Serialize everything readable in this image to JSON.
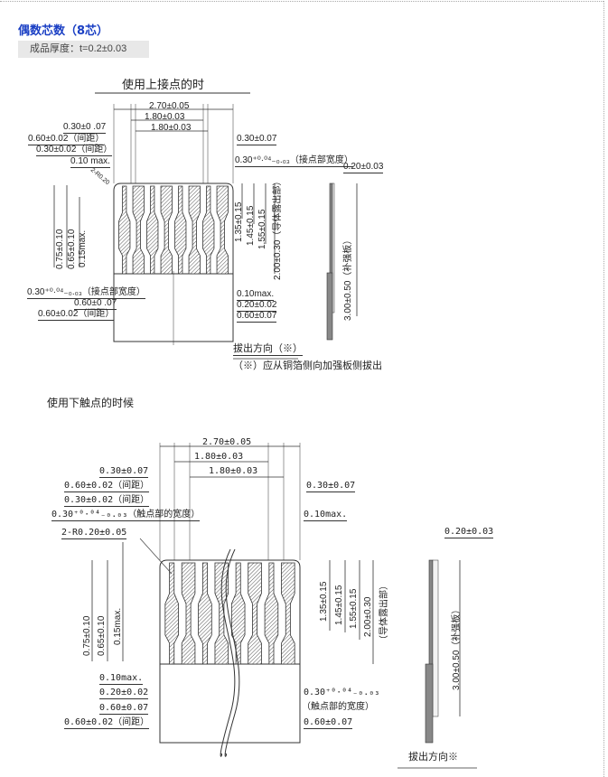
{
  "section_title": "偶数芯数（8芯）",
  "thickness": "成品厚度：t=0.2±0.03",
  "top_contact": {
    "title": "使用上接点的时",
    "dims_top": {
      "overall": "2.70±0.05",
      "span1": "1.80±0.03",
      "span2": "1.80±0.03",
      "edge_left": "0.30±0 .07",
      "pitch": "0.60±0.02（间距）",
      "gap": "0.30±0.02（间距）",
      "offset": "0.10 max.",
      "edge_right": "0.30±0.07",
      "contact_width": "0.30⁺⁰·⁰⁴₋₀.₀₃（接点部宽度）",
      "corner": "2-R0.20"
    },
    "dims_left": [
      "0.75±0.10",
      "0.65±0.10",
      "0.15max."
    ],
    "dims_right": [
      "1.35±0.15",
      "1.45±0.15",
      "1.55±0.15",
      "2.00±0.30（导体露出部）"
    ],
    "dims_bottom_left": [
      "0.30⁺⁰·⁰⁴₋₀.₀₃（接点部宽度）",
      "0.60±0 .07",
      "0.60±0.02（间距）"
    ],
    "dims_bottom_right": [
      "0.10max.",
      "0.20±0.02",
      "0.60±0.07"
    ],
    "side_thickness": "0.20±0.03",
    "side_stiffener": "3.00±0.50（补强板）",
    "pull_direction": "拔出方向（※）",
    "note": "（※）应从铜箔侧向加强板侧拔出"
  },
  "bottom_contact": {
    "title": "使用下触点的时候",
    "dims_top": {
      "overall": "2.70±0.05",
      "span1": "1.80±0.03",
      "span2": "1.80±0.03",
      "edge_left": "0.30±0.07",
      "pitch": "0.60±0.02（间距）",
      "gap": "0.30±0.02（间距）",
      "contact_width": "0.30⁺⁰·⁰⁴₋₀.₀₃（触点部的宽度）",
      "edge_right": "0.30±0.07",
      "offset": "0.10max.",
      "corner": "2-R0.20±0.05"
    },
    "dims_left": [
      "0.75±0.10",
      "0.65±0.10",
      "0.15max."
    ],
    "dims_right": [
      "1.35±0.15",
      "1.45±0.15",
      "1.55±0.15",
      "2.00±0.30",
      "（导体露出部）"
    ],
    "dims_bottom_left": [
      "0.10max.",
      "0.20±0.02",
      "0.60±0.07",
      "0.60±0.02（间距）"
    ],
    "dims_bottom_right": [
      "0.30⁺⁰·⁰⁴₋₀.₀₃",
      "（触点部的宽度）",
      "0.60±0.07"
    ],
    "side_thickness": "0.20±0.03",
    "side_stiffener": "3.00±0.50（补强板）",
    "pull_direction": "拔出方向※"
  }
}
